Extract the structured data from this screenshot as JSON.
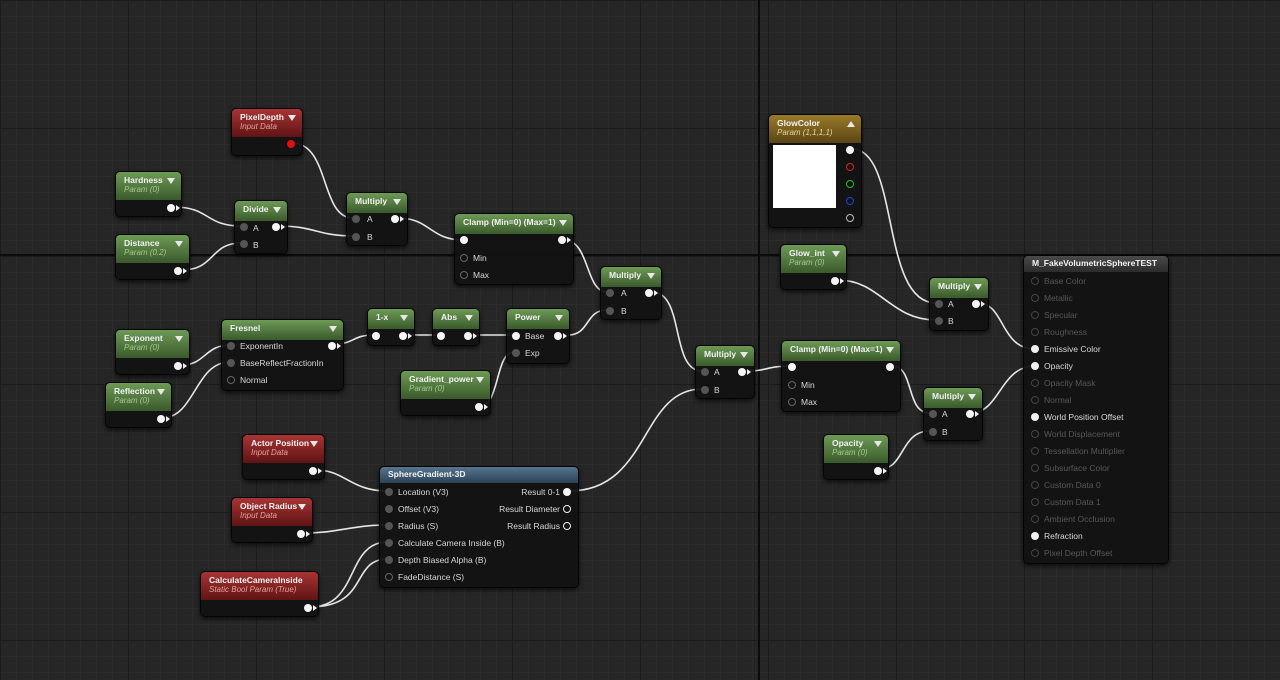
{
  "nodes": {
    "pixeldepth": {
      "title": "PixelDepth",
      "subtitle": "Input Data"
    },
    "hardness": {
      "title": "Hardness",
      "subtitle": "Param (0)"
    },
    "distance": {
      "title": "Distance",
      "subtitle": "Param (0.2)"
    },
    "divide": {
      "title": "Divide",
      "a": "A",
      "b": "B"
    },
    "multiply1": {
      "title": "Multiply",
      "a": "A",
      "b": "B"
    },
    "clamp1": {
      "title": "Clamp (Min=0) (Max=1)",
      "min": "Min",
      "max": "Max"
    },
    "multiply2": {
      "title": "Multiply",
      "a": "A",
      "b": "B"
    },
    "exponent": {
      "title": "Exponent",
      "subtitle": "Param (0)"
    },
    "reflection": {
      "title": "Reflection",
      "subtitle": "Param (0)"
    },
    "fresnel": {
      "title": "Fresnel",
      "in1": "ExponentIn",
      "in2": "BaseReflectFractionIn",
      "in3": "Normal"
    },
    "oneminus": {
      "title": "1-x"
    },
    "abs": {
      "title": "Abs"
    },
    "power": {
      "title": "Power",
      "base": "Base",
      "exp": "Exp"
    },
    "gradient_power": {
      "title": "Gradient_power",
      "subtitle": "Param (0)"
    },
    "multiply3": {
      "title": "Multiply",
      "a": "A",
      "b": "B"
    },
    "clamp2": {
      "title": "Clamp (Min=0) (Max=1)",
      "min": "Min",
      "max": "Max"
    },
    "actor_position": {
      "title": "Actor Position",
      "subtitle": "Input Data"
    },
    "object_radius": {
      "title": "Object Radius",
      "subtitle": "Input Data"
    },
    "calc_camera": {
      "title": "CalculateCameraInside",
      "subtitle": "Static Bool Param (True)"
    },
    "sphere": {
      "title": "SphereGradient-3D",
      "inputs": [
        "Location (V3)",
        "Offset (V3)",
        "Radius (S)",
        "Calculate Camera Inside (B)",
        "Depth Biased Alpha (B)",
        "FadeDistance (S)"
      ],
      "outputs": [
        "Result 0-1",
        "Result Diameter",
        "Result Radius"
      ]
    },
    "glowcolor": {
      "title": "GlowColor",
      "subtitle": "Param (1,1,1,1)"
    },
    "glow_int": {
      "title": "Glow_int",
      "subtitle": "Param (0)"
    },
    "multiply4": {
      "title": "Multiply",
      "a": "A",
      "b": "B"
    },
    "multiply5": {
      "title": "Multiply",
      "a": "A",
      "b": "B"
    },
    "opacity": {
      "title": "Opacity",
      "subtitle": "Param (0)"
    }
  },
  "material": {
    "title": "M_FakeVolumetricSphereTEST",
    "pins": [
      {
        "label": "Base Color",
        "active": false
      },
      {
        "label": "Metallic",
        "active": false
      },
      {
        "label": "Specular",
        "active": false
      },
      {
        "label": "Roughness",
        "active": false
      },
      {
        "label": "Emissive Color",
        "active": true
      },
      {
        "label": "Opacity",
        "active": true
      },
      {
        "label": "Opacity Mask",
        "active": false
      },
      {
        "label": "Normal",
        "active": false
      },
      {
        "label": "World Position Offset",
        "active": true
      },
      {
        "label": "World Displacement",
        "active": false
      },
      {
        "label": "Tessellation Multiplier",
        "active": false
      },
      {
        "label": "Subsurface Color",
        "active": false
      },
      {
        "label": "Custom Data 0",
        "active": false
      },
      {
        "label": "Custom Data 1",
        "active": false
      },
      {
        "label": "Ambient Occlusion",
        "active": false
      },
      {
        "label": "Refraction",
        "active": true
      },
      {
        "label": "Pixel Depth Offset",
        "active": false
      }
    ]
  },
  "colors": {
    "param_header": "#5e8a4a",
    "input_header": "#8f2626",
    "vector_header": "#876a22",
    "function_header": "#4b6b85",
    "background": "#262626",
    "wire": "#e6e6e6"
  }
}
